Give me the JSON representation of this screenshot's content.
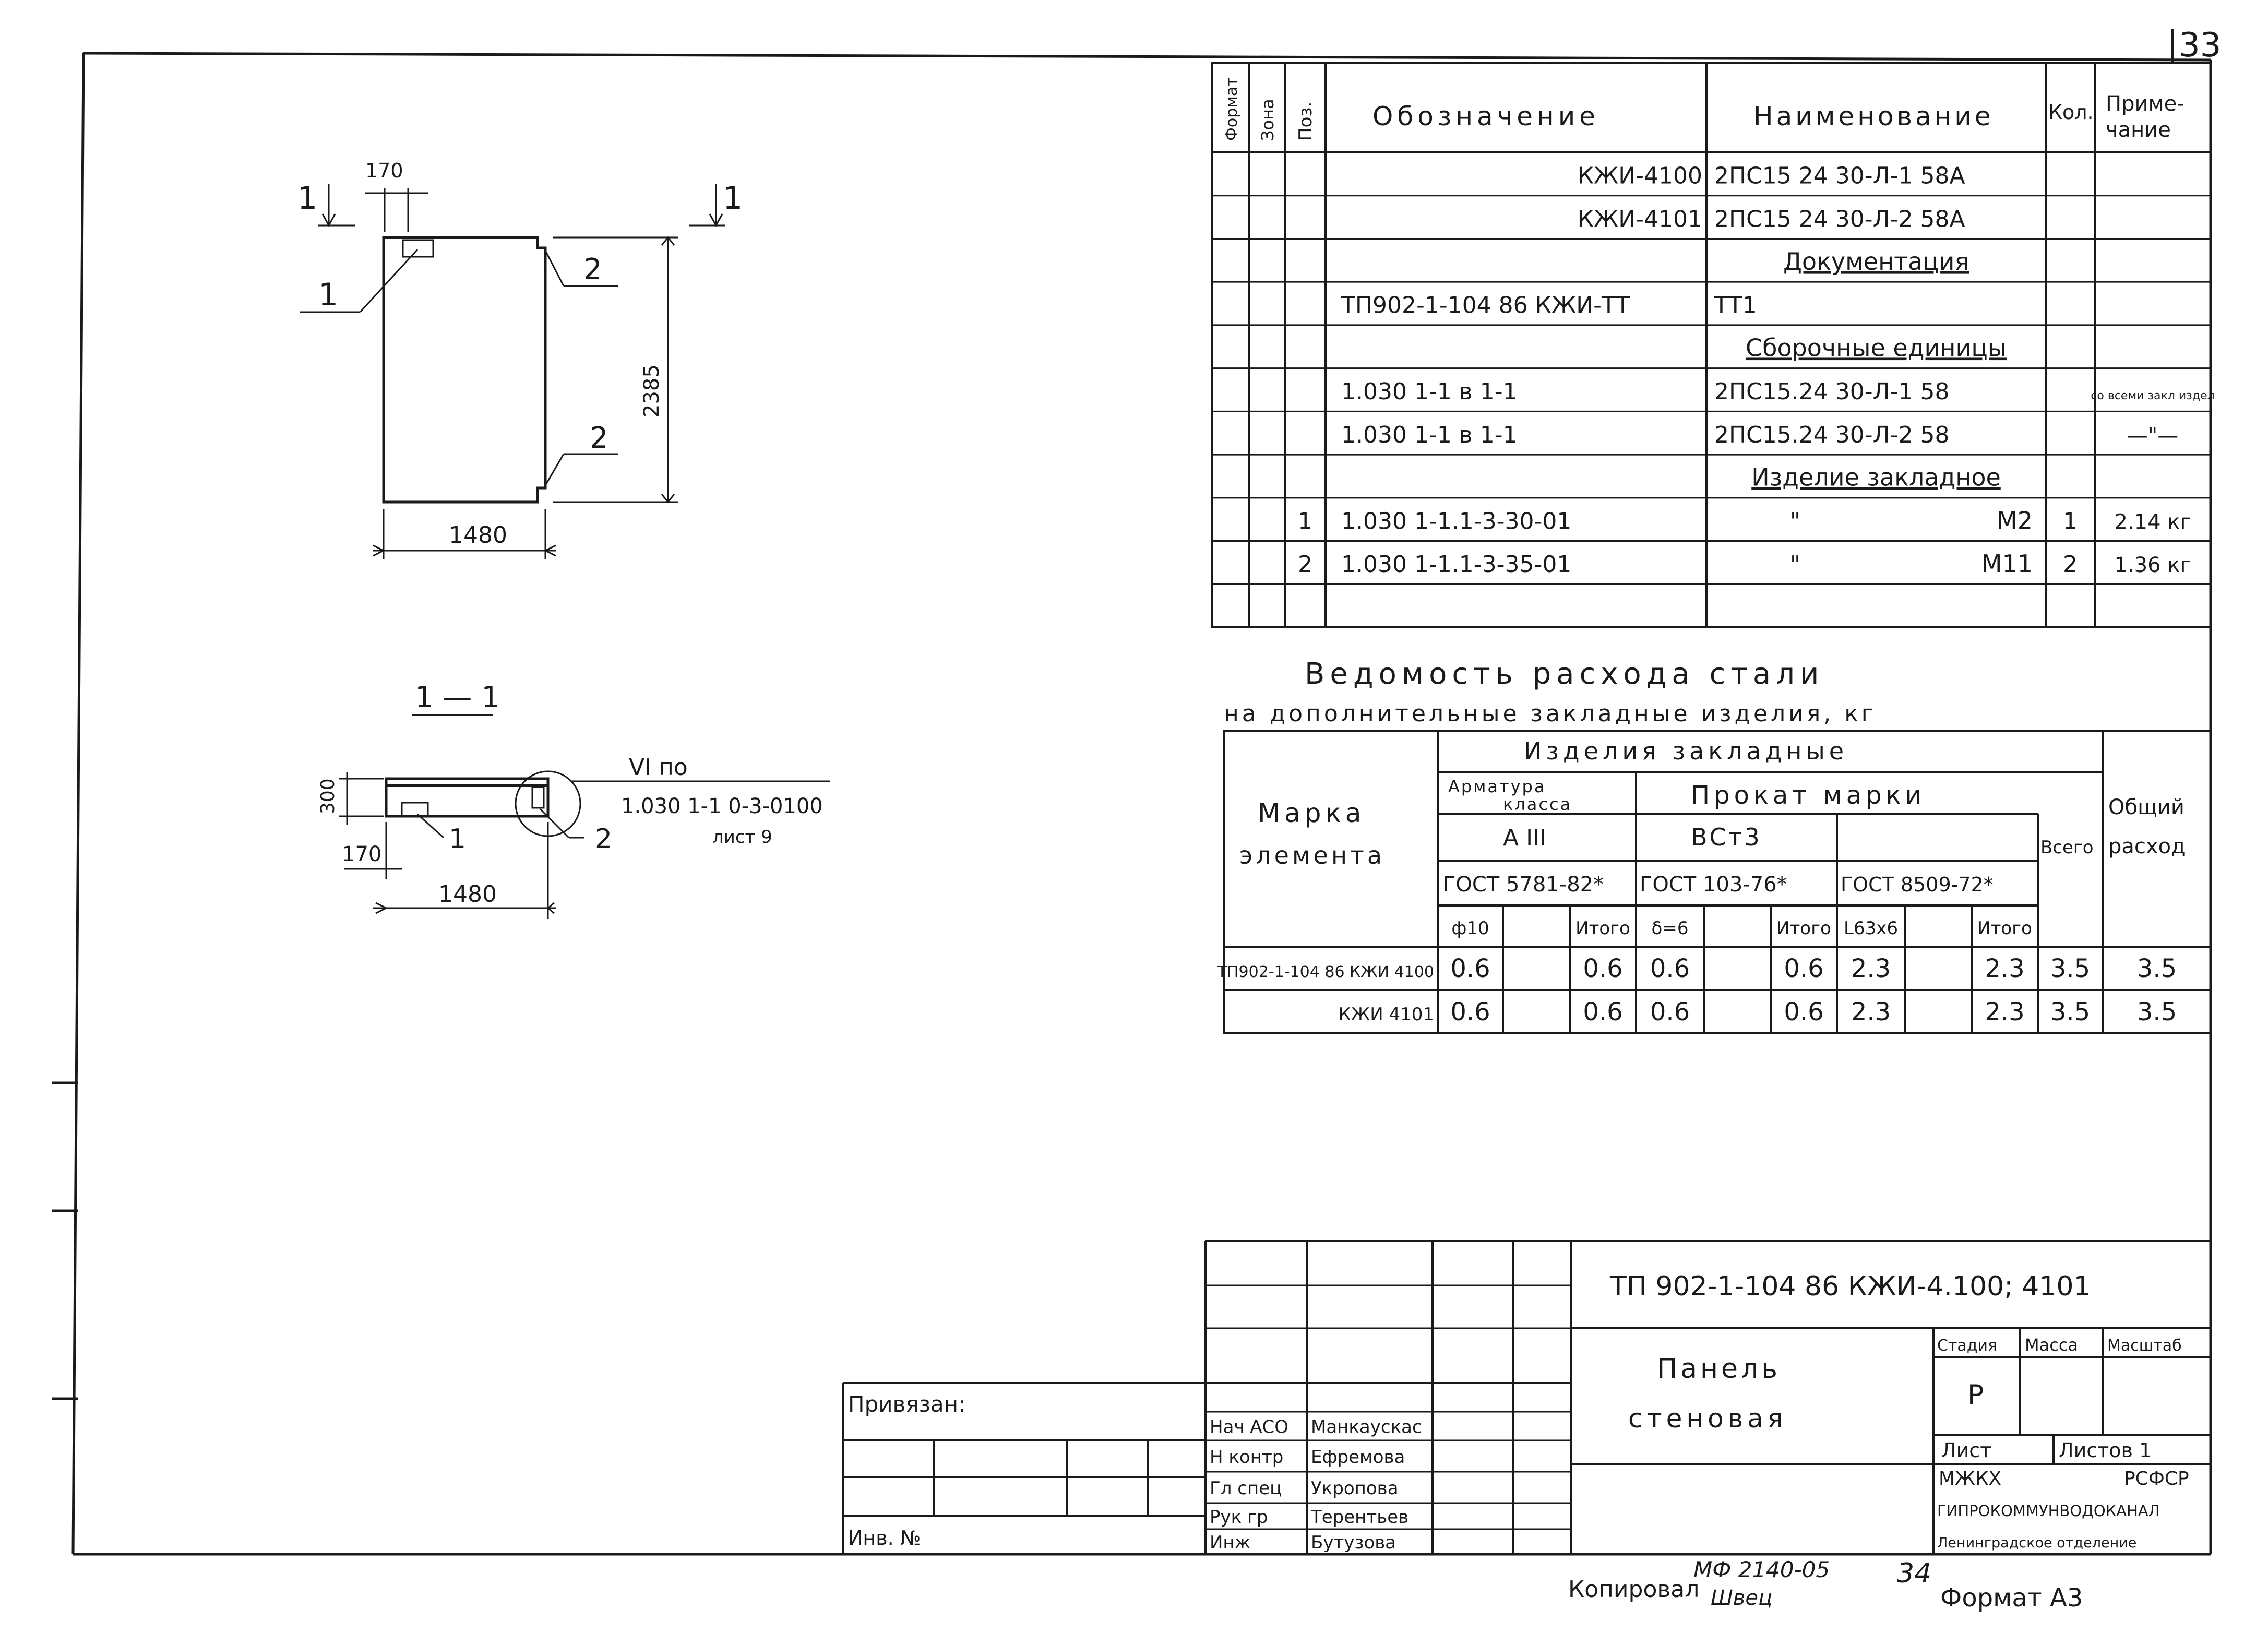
{
  "sheet_number": "33",
  "spec_table": {
    "headers": {
      "format": "Формат",
      "zone": "Зона",
      "pos": "Поз.",
      "designation": "Обозначение",
      "name": "Наименование",
      "qty": "Кол.",
      "note_line1": "Приме-",
      "note_line2": "чание"
    },
    "rows": [
      {
        "pos": "",
        "designation": "КЖИ-4100",
        "name": "2ПС15 24 30-Л-1 58А",
        "qty": "",
        "note": ""
      },
      {
        "pos": "",
        "designation": "КЖИ-4101",
        "name": "2ПС15 24 30-Л-2 58А",
        "qty": "",
        "note": ""
      },
      {
        "pos": "",
        "designation": "",
        "name": "Документация",
        "qty": "",
        "note": ""
      },
      {
        "pos": "",
        "designation": "ТП902-1-104 86 КЖИ-ТТ",
        "name": "ТТ1",
        "qty": "",
        "note": ""
      },
      {
        "pos": "",
        "designation": "",
        "name": "Сборочные единицы",
        "qty": "",
        "note": ""
      },
      {
        "pos": "",
        "designation": "1.030 1-1 в 1-1",
        "name": "2ПС15.24 30-Л-1 58",
        "qty": "",
        "note": "со всеми закл издел"
      },
      {
        "pos": "",
        "designation": "1.030 1-1 в 1-1",
        "name": "2ПС15.24 30-Л-2 58",
        "qty": "",
        "note": "—\"—"
      },
      {
        "pos": "",
        "designation": "",
        "name": "Изделие закладное",
        "qty": "",
        "note": ""
      },
      {
        "pos": "1",
        "designation": "1.030 1-1.1-3-30-01",
        "name": "\"",
        "mark": "М2",
        "qty": "1",
        "note": "2.14 кг"
      },
      {
        "pos": "2",
        "designation": "1.030 1-1.1-3-35-01",
        "name": "\"",
        "mark": "М11",
        "qty": "2",
        "note": "1.36 кг"
      },
      {
        "pos": "",
        "designation": "",
        "name": "",
        "qty": "",
        "note": ""
      }
    ]
  },
  "steel_table": {
    "title_line1": "Ведомость расхода стали",
    "title_line2": "на дополнительные закладные изделия, кг",
    "col_element_1": "Марка",
    "col_element_2": "элемента",
    "group_header": "Изделия закладные",
    "armatura_1": "Арматура",
    "armatura_2": "класса",
    "armatura_class": "А III",
    "prokat": "Прокат марки",
    "vst": "ВСт3",
    "total_all": "Всего",
    "overall_1": "Общий",
    "overall_2": "расход",
    "gost_1": "ГОСТ 5781-82*",
    "gost_2": "ГОСТ 103-76*",
    "gost_3": "ГОСТ 8509-72*",
    "sub": [
      "ф10",
      "",
      "Итого",
      "δ=6",
      "",
      "Итого",
      "L63х6",
      "",
      "Итого"
    ],
    "rows": [
      {
        "element": "ТП902-1-104 86 КЖИ 4100",
        "cells": [
          "0.6",
          "",
          "0.6",
          "0.6",
          "",
          "0.6",
          "2.3",
          "",
          "2.3"
        ],
        "total": "3.5",
        "overall": "3.5"
      },
      {
        "element": "КЖИ 4101",
        "cells": [
          "0.6",
          "",
          "0.6",
          "0.6",
          "",
          "0.6",
          "2.3",
          "",
          "2.3"
        ],
        "total": "3.5",
        "overall": "3.5"
      }
    ]
  },
  "drawing_plan": {
    "section_mark": "1",
    "dim_small": "170",
    "dim_height": "2385",
    "dim_width": "1480",
    "callout_1": "1",
    "callout_2a": "2",
    "callout_2b": "2"
  },
  "drawing_section": {
    "title": "1 — 1",
    "dim_thickness": "300",
    "dim_offset": "170",
    "dim_width": "1480",
    "callout_1": "1",
    "callout_2": "2",
    "node_ref_1": "VI по",
    "node_ref_2": "1.030 1-1 0-3-0100",
    "node_ref_3": "лист 9"
  },
  "title_block": {
    "designation": "ТП 902-1-104 86 КЖИ-4.100; 4101",
    "name_line1": "Панель",
    "name_line2": "стеновая",
    "stage_label": "Стадия",
    "mass_label": "Масса",
    "scale_label": "Масштаб",
    "stage": "Р",
    "sheet_label": "Лист",
    "sheets_label": "Листов 1",
    "org_line1a": "МЖКХ",
    "org_line1b": "РСФСР",
    "org_line2": "ГИПРОКОММУНВОДОКАНАЛ",
    "org_line3": "Ленинградское отделение",
    "bound": "Привязан:",
    "inv": "Инв. №",
    "signers": [
      {
        "role": "Нач АСО",
        "name": "Манкаускас"
      },
      {
        "role": "Н контр",
        "name": "Ефремова"
      },
      {
        "role": "Гл спец",
        "name": "Укропова"
      },
      {
        "role": "Рук гр",
        "name": "Терентьев"
      },
      {
        "role": "Инж",
        "name": "Бутузова"
      }
    ]
  },
  "footer": {
    "code": "МФ 2140-05",
    "page": "34",
    "copied": "Копировал",
    "copier": "Швец",
    "format": "Формат А3"
  }
}
